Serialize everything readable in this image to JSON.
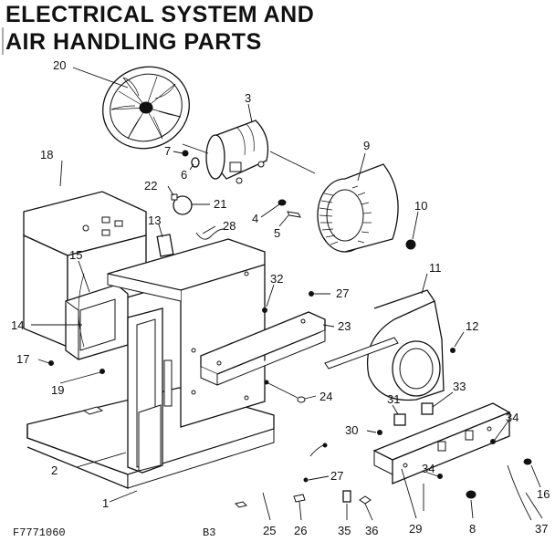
{
  "title": {
    "line1": "ELECTRICAL SYSTEM AND",
    "line2": "AIR HANDLING PARTS"
  },
  "footer": {
    "code": "F7771060",
    "page": "B3"
  },
  "callouts": [
    {
      "id": "c1",
      "label": "1"
    },
    {
      "id": "c2",
      "label": "2"
    },
    {
      "id": "c3",
      "label": "3"
    },
    {
      "id": "c4",
      "label": "4"
    },
    {
      "id": "c5",
      "label": "5"
    },
    {
      "id": "c6",
      "label": "6"
    },
    {
      "id": "c7",
      "label": "7"
    },
    {
      "id": "c8",
      "label": "8"
    },
    {
      "id": "c9",
      "label": "9"
    },
    {
      "id": "c10",
      "label": "10"
    },
    {
      "id": "c11",
      "label": "11"
    },
    {
      "id": "c12",
      "label": "12"
    },
    {
      "id": "c13",
      "label": "13"
    },
    {
      "id": "c14",
      "label": "14"
    },
    {
      "id": "c15",
      "label": "15"
    },
    {
      "id": "c16",
      "label": "16"
    },
    {
      "id": "c17",
      "label": "17"
    },
    {
      "id": "c18",
      "label": "18"
    },
    {
      "id": "c19",
      "label": "19"
    },
    {
      "id": "c20",
      "label": "20"
    },
    {
      "id": "c21",
      "label": "21"
    },
    {
      "id": "c22",
      "label": "22"
    },
    {
      "id": "c23",
      "label": "23"
    },
    {
      "id": "c24",
      "label": "24"
    },
    {
      "id": "c25",
      "label": "25"
    },
    {
      "id": "c26",
      "label": "26"
    },
    {
      "id": "c27a",
      "label": "27"
    },
    {
      "id": "c27b",
      "label": "27"
    },
    {
      "id": "c28",
      "label": "28"
    },
    {
      "id": "c29",
      "label": "29"
    },
    {
      "id": "c30",
      "label": "30"
    },
    {
      "id": "c31",
      "label": "31"
    },
    {
      "id": "c32",
      "label": "32"
    },
    {
      "id": "c33",
      "label": "33"
    },
    {
      "id": "c34a",
      "label": "34"
    },
    {
      "id": "c34b",
      "label": "34"
    },
    {
      "id": "c35",
      "label": "35"
    },
    {
      "id": "c36",
      "label": "36"
    },
    {
      "id": "c37",
      "label": "37"
    }
  ]
}
